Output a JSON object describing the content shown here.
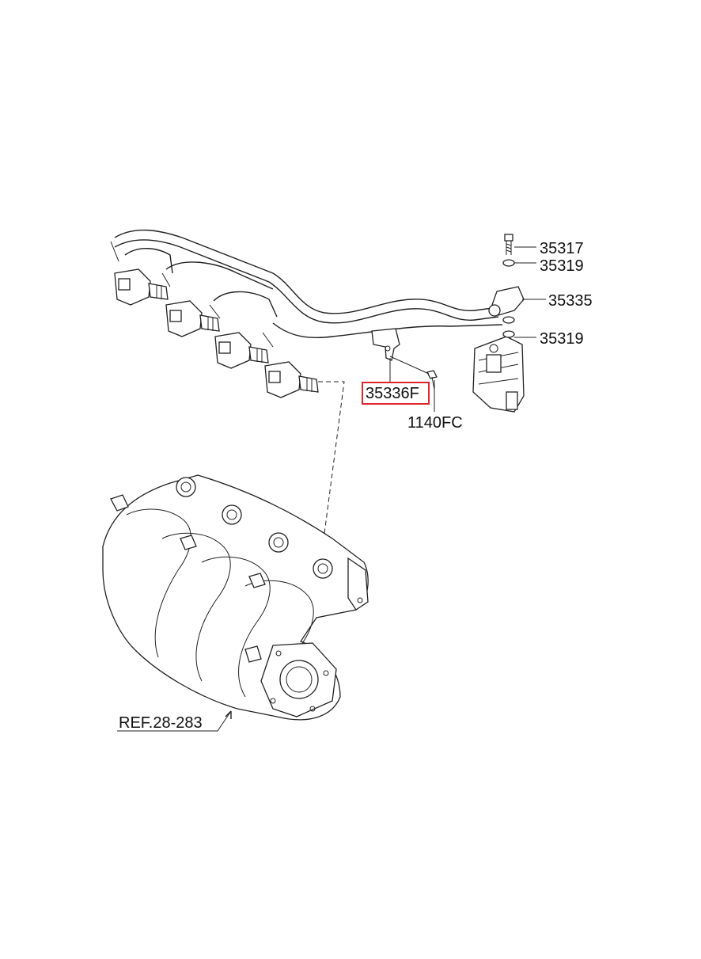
{
  "diagram": {
    "highlight_color": "#e0242b",
    "callouts": [
      {
        "id": "bolt",
        "label": "35317"
      },
      {
        "id": "washer-top",
        "label": "35319"
      },
      {
        "id": "clamp",
        "label": "35335"
      },
      {
        "id": "washer-bottom",
        "label": "35319"
      },
      {
        "id": "bracket",
        "label": "35336F",
        "highlighted": true
      },
      {
        "id": "screw",
        "label": "1140FC"
      },
      {
        "id": "manifold-ref",
        "label": "REF.28-283"
      }
    ],
    "components": [
      "injector",
      "fuel-rail-pipes",
      "intake-manifold",
      "pressure-regulator",
      "bolt",
      "washer",
      "clamp",
      "bracket",
      "screw"
    ]
  }
}
